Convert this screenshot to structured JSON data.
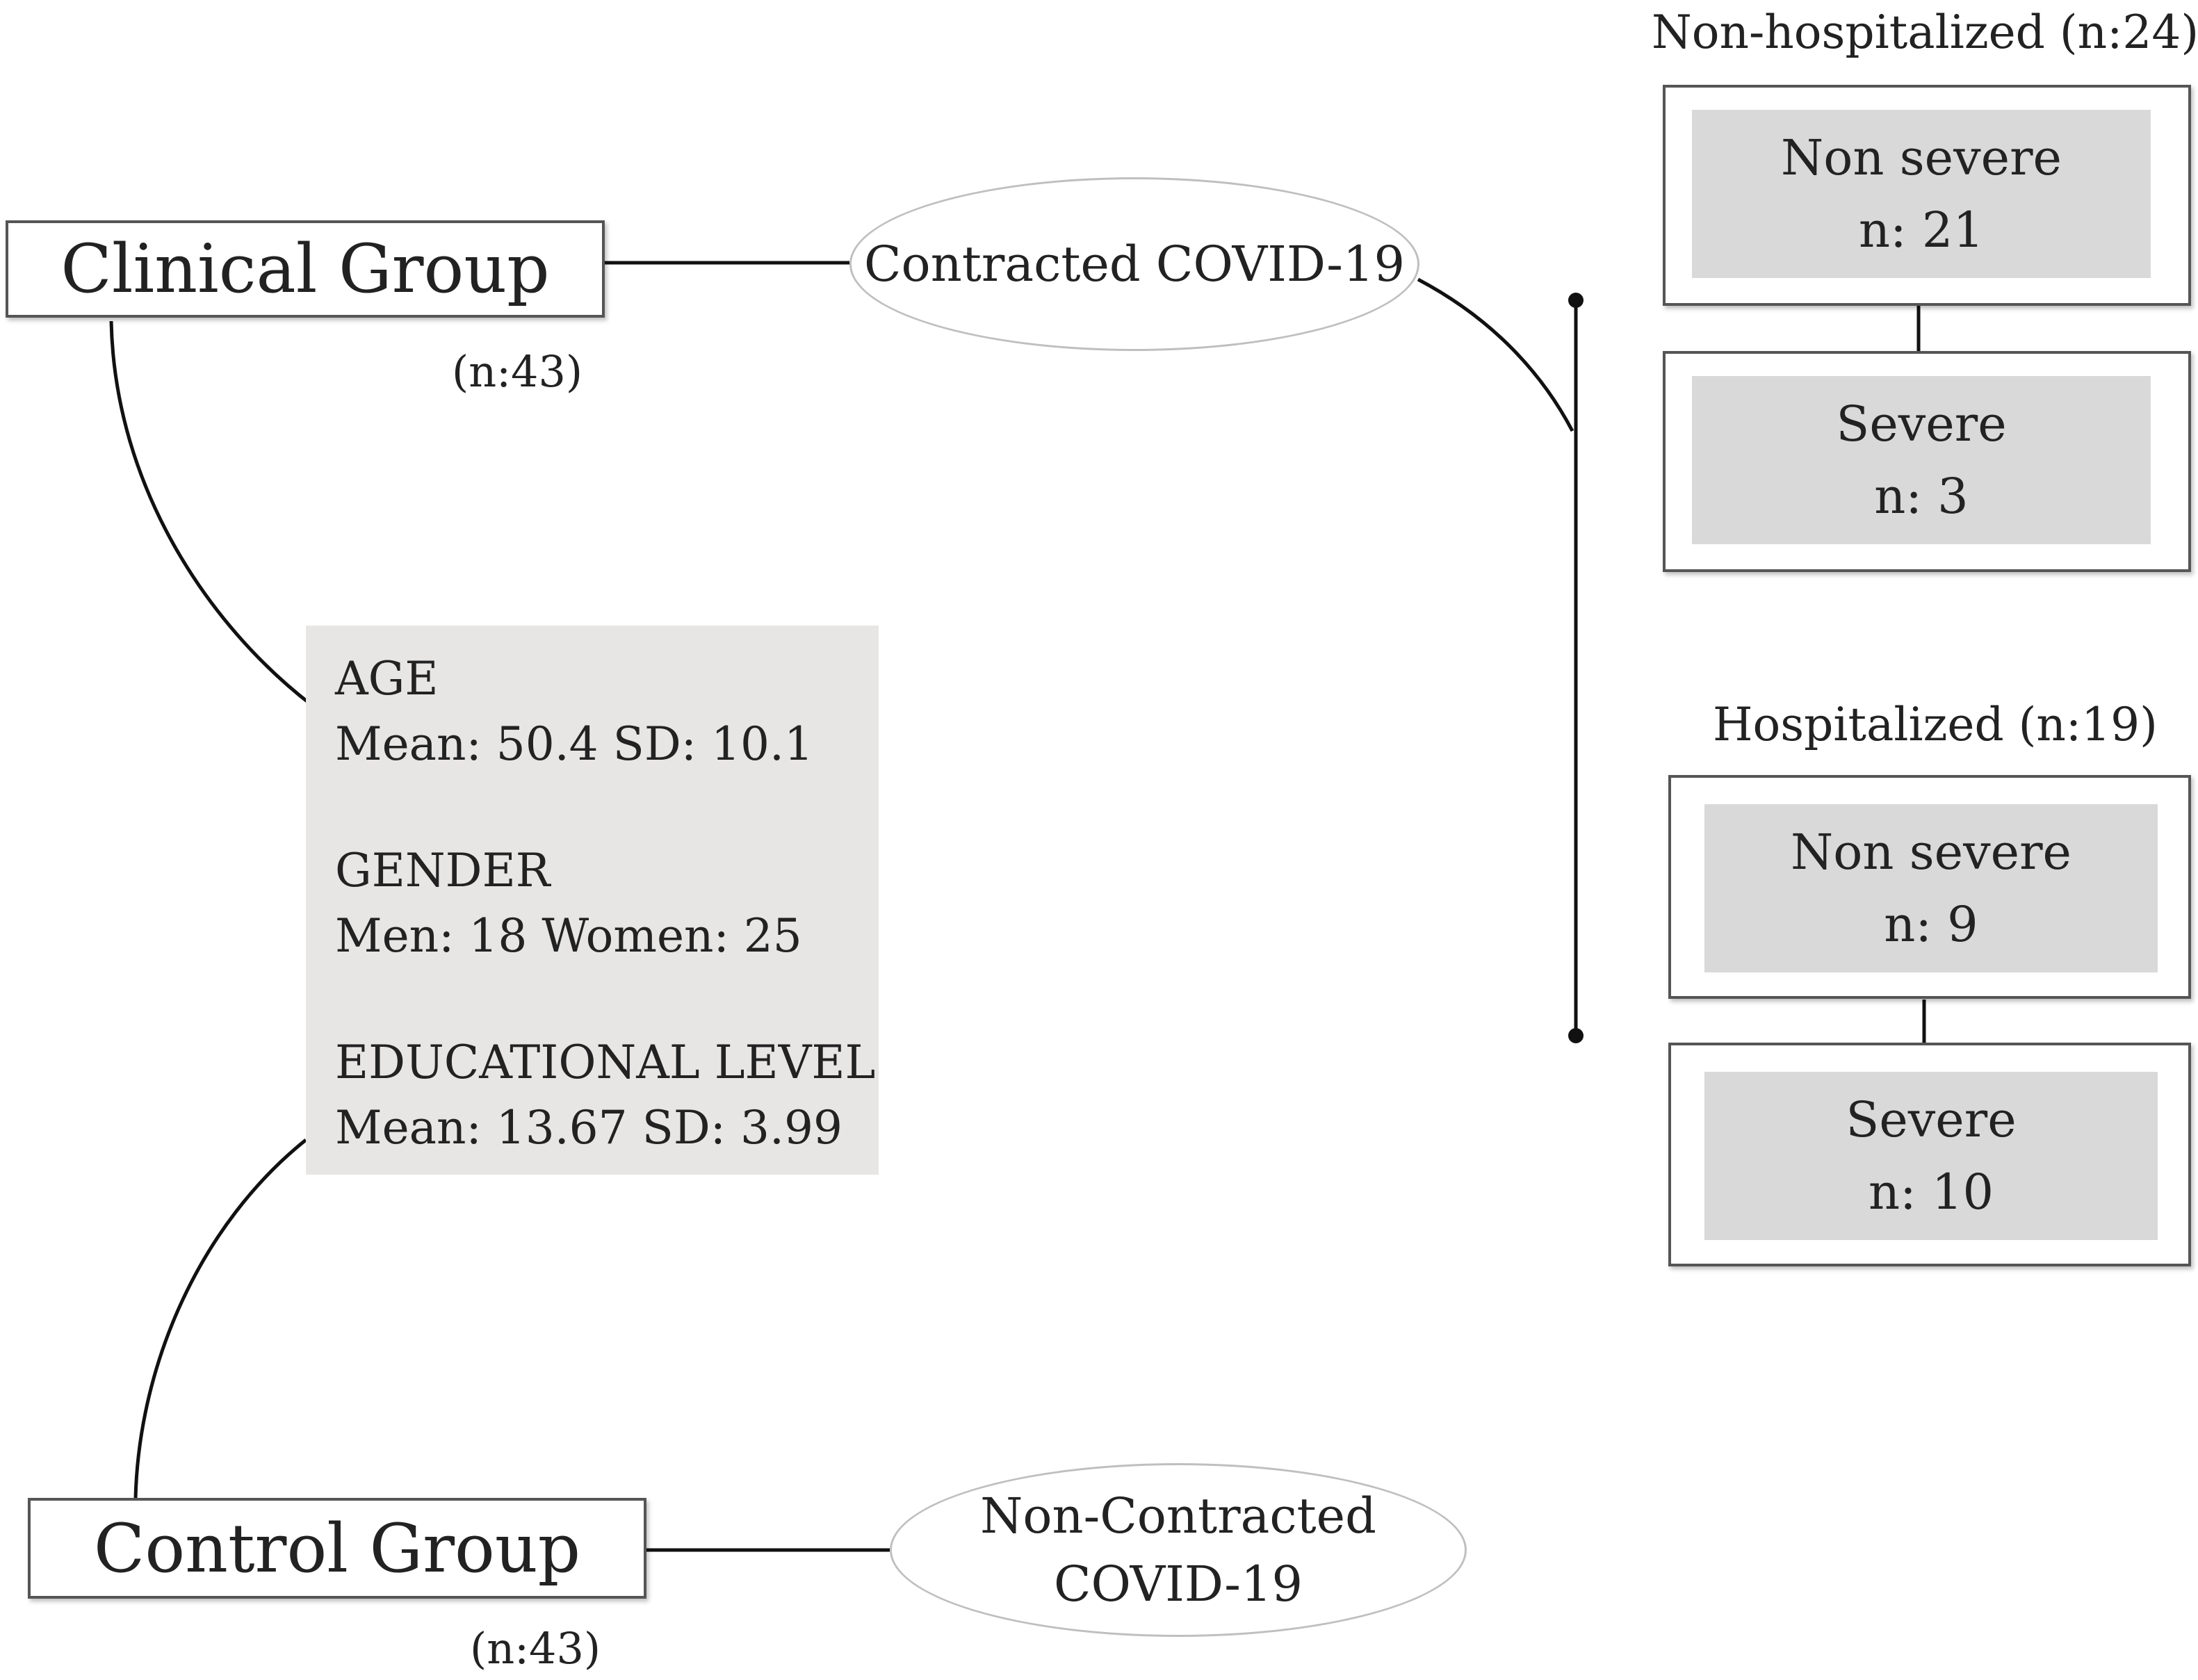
{
  "clinical_group": {
    "label": "Clinical Group",
    "n": "(n:43)"
  },
  "control_group": {
    "label": "Control Group",
    "n": "(n:43)"
  },
  "contracted": {
    "label": "Contracted COVID-19"
  },
  "non_contracted": {
    "line1": "Non-Contracted",
    "line2": "COVID-19"
  },
  "demographics": {
    "age_title": "AGE",
    "age_value": "Mean:  50.4 SD: 10.1",
    "gender_title": "GENDER",
    "gender_value": "Men: 18 Women: 25",
    "education_title": "EDUCATIONAL LEVEL",
    "education_value": "Mean: 13.67 SD: 3.99"
  },
  "non_hospitalized": {
    "title": "Non-hospitalized (n:24)",
    "non_severe": {
      "label": "Non severe",
      "n": "n: 21"
    },
    "severe": {
      "label": "Severe",
      "n": "n: 3"
    }
  },
  "hospitalized": {
    "title": "Hospitalized (n:19)",
    "non_severe": {
      "label": "Non severe",
      "n": "n: 9"
    },
    "severe": {
      "label": "Severe",
      "n": "n: 10"
    }
  },
  "colors": {
    "box_border": "#555555",
    "stats_background": "#e8e6e5",
    "inner_box_fill": "#d9d9d9",
    "ellipse_border": "#bfbfbf"
  }
}
